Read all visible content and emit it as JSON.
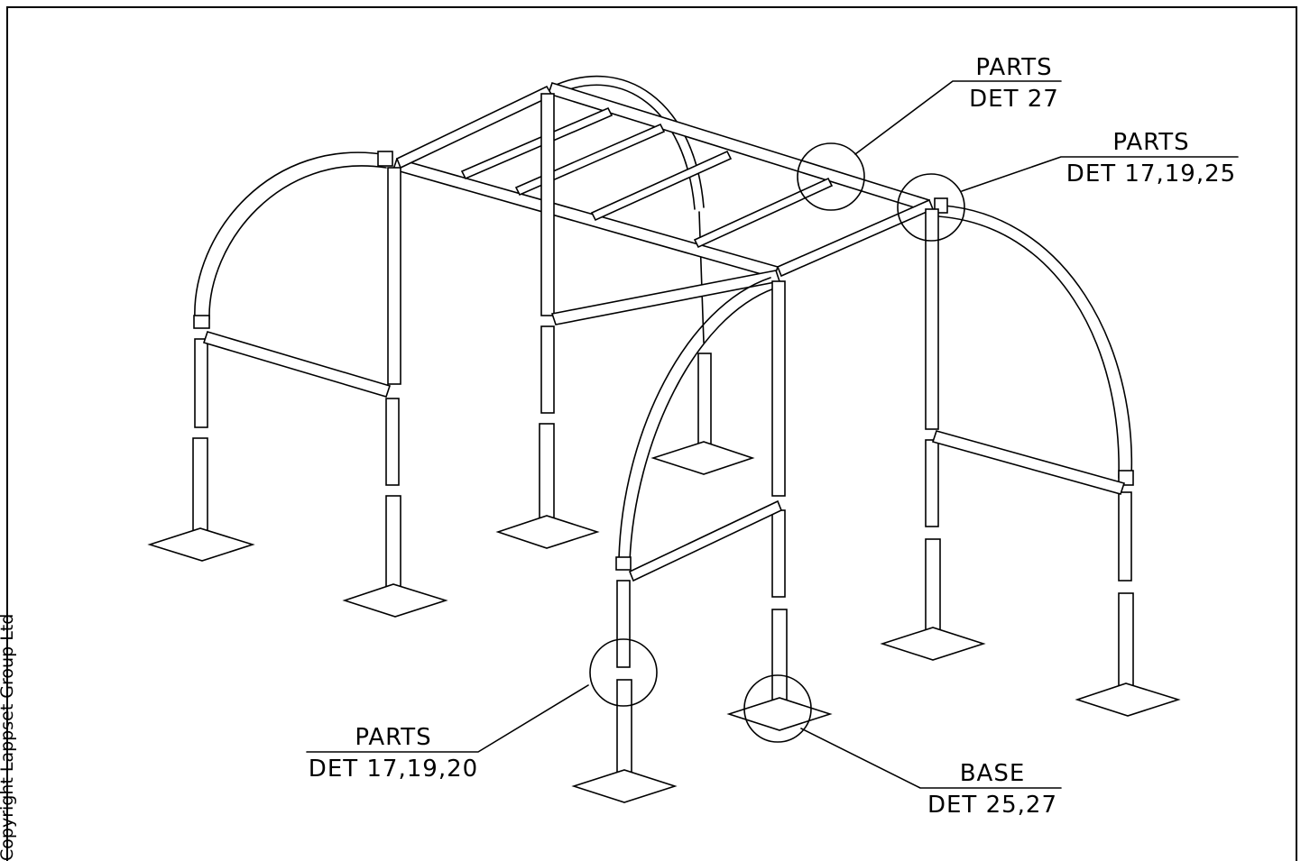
{
  "callouts": [
    {
      "id": "parts-det-27",
      "title": "PARTS",
      "ref": "DET 27"
    },
    {
      "id": "parts-det-17-19-25",
      "title": "PARTS",
      "ref": "DET 17,19,25"
    },
    {
      "id": "parts-det-17-19-20",
      "title": "PARTS",
      "ref": "DET 17,19,20"
    },
    {
      "id": "base-det-25-27",
      "title": "BASE",
      "ref": "DET 25,27"
    }
  ],
  "copyright": "Copyright Lappset Group Ltd"
}
